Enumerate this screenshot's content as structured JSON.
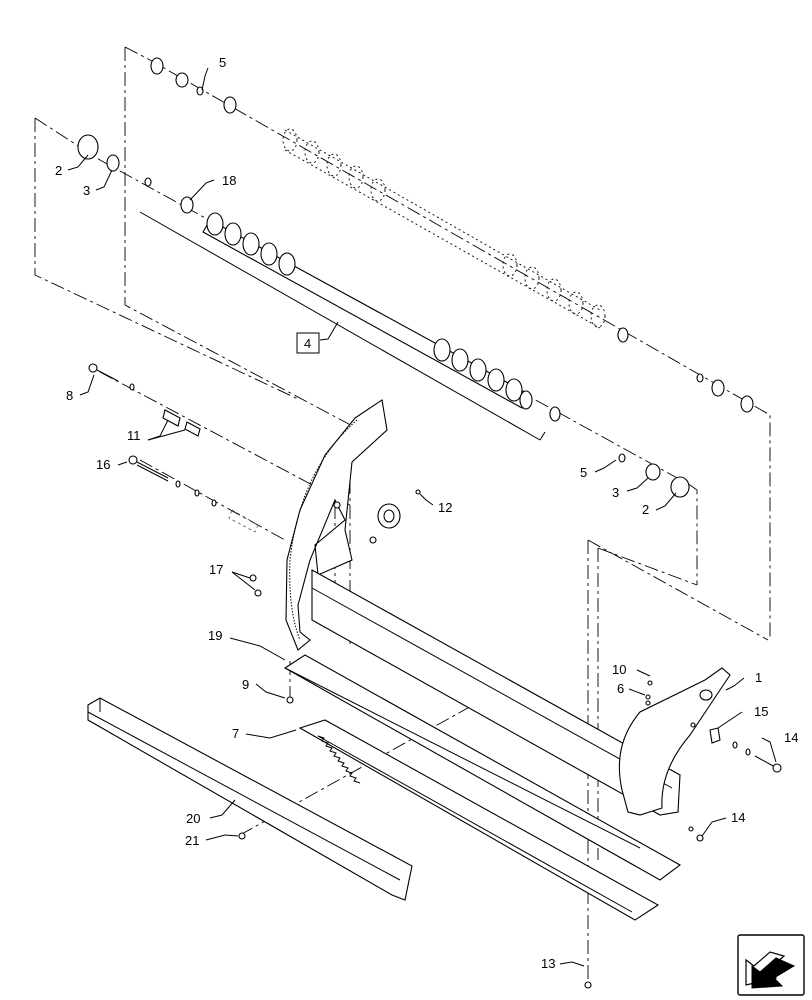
{
  "callouts": {
    "c1": "1",
    "c2a": "2",
    "c2b": "2",
    "c3a": "3",
    "c3b": "3",
    "c4": "4",
    "c5a": "5",
    "c5b": "5",
    "c6": "6",
    "c7": "7",
    "c8": "8",
    "c9": "9",
    "c10": "10",
    "c11": "11",
    "c12": "12",
    "c13": "13",
    "c14a": "14",
    "c14b": "14",
    "c15": "15",
    "c16": "16",
    "c17": "17",
    "c18": "18",
    "c19": "19",
    "c20": "20",
    "c21": "21"
  },
  "nav_icon": "next-page-arrow-icon"
}
